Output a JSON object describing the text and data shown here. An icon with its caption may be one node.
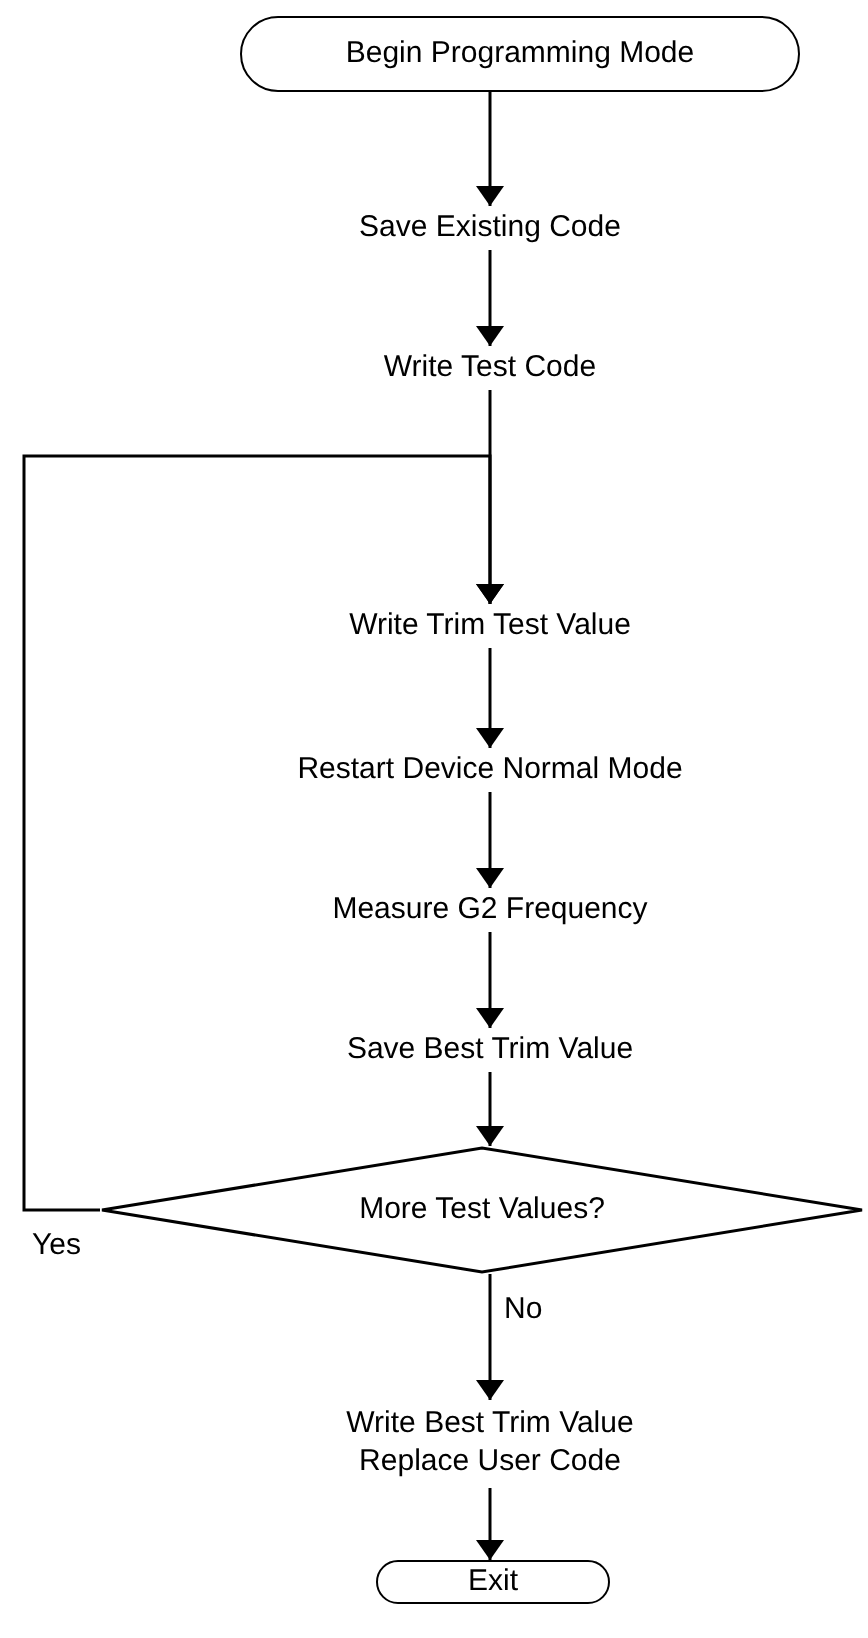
{
  "diagram": {
    "nodes": [
      {
        "text": [
          "Begin Programming Mode"
        ]
      },
      {
        "text": [
          "Save Existing Code"
        ]
      },
      {
        "text": [
          "Write Test Code"
        ]
      },
      {
        "text": [
          "Write Trim Test Value"
        ]
      },
      {
        "text": [
          "Restart Device Normal Mode"
        ]
      },
      {
        "text": [
          "Measure G2 Frequency"
        ]
      },
      {
        "text": [
          "Save Best Trim Value"
        ]
      },
      {
        "text": [
          "More Test Values?"
        ]
      },
      {
        "text": [
          "Write Best Trim Value Replace User Code"
        ]
      },
      {
        "text": [
          "Exit"
        ]
      }
    ],
    "edges": [
      {
        "from": 0,
        "to": 1,
        "arrow": "to"
      },
      {
        "from": 1,
        "to": 2,
        "arrow": "to"
      },
      {
        "from": 2,
        "to": 3,
        "arrow": "to"
      },
      {
        "from": 3,
        "to": 4,
        "arrow": "to"
      },
      {
        "from": 4,
        "to": 5,
        "arrow": "to"
      },
      {
        "from": 5,
        "to": 6,
        "arrow": "to"
      },
      {
        "from": 6,
        "to": 7,
        "arrow": "to"
      },
      {
        "from": 7,
        "to": 3,
        "arrow": "to",
        "label": "Yes"
      },
      {
        "from": 7,
        "to": 8,
        "arrow": "to",
        "label": "No"
      },
      {
        "from": 8,
        "to": 9,
        "arrow": "to"
      }
    ]
  }
}
